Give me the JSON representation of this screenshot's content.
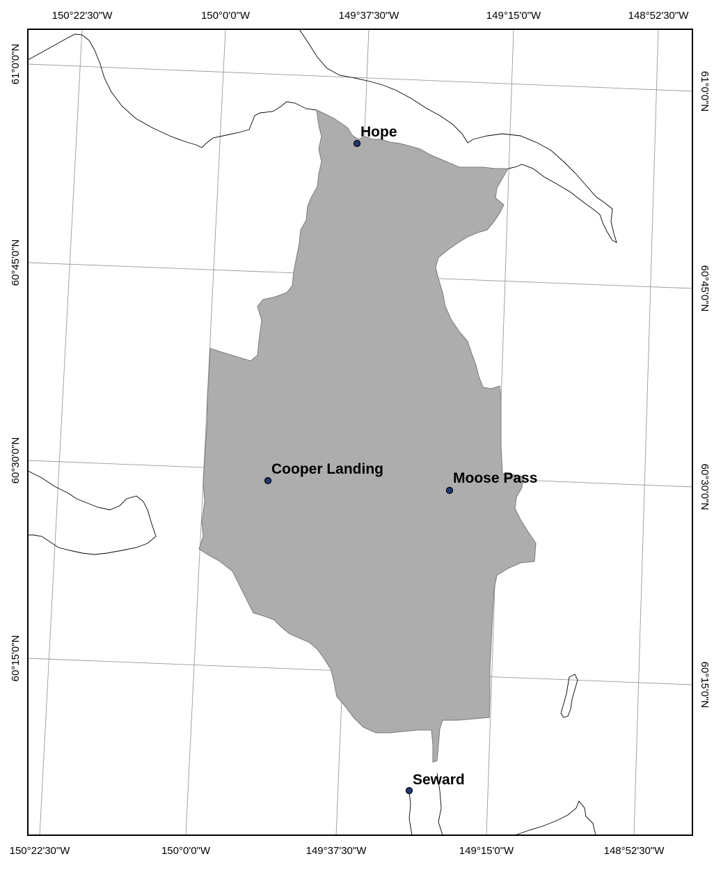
{
  "map": {
    "colors": {
      "region_fill": "#adadad",
      "region_stroke": "#7a7a7a",
      "graticule": "#9a9a9a",
      "coastline": "#000000",
      "town_marker": "#1f3a78"
    },
    "towns": [
      {
        "name": "Hope"
      },
      {
        "name": "Cooper Landing"
      },
      {
        "name": "Moose Pass"
      },
      {
        "name": "Seward"
      }
    ],
    "graticule": {
      "top_labels": [
        "150°22'30\"W",
        "150°0'0\"W",
        "149°37'30\"W",
        "149°15'0\"W",
        "148°52'30\"W"
      ],
      "bottom_labels": [
        "150°22'30\"W",
        "150°0'0\"W",
        "149°37'30\"W",
        "149°15'0\"W",
        "148°52'30\"W"
      ],
      "left_labels": [
        "61°0'0\"N",
        "60°45'0\"N",
        "60°30'0\"N",
        "60°15'0\"N"
      ],
      "right_labels": [
        "61°0'0\"N",
        "60°45'0\"N",
        "60°30'0\"N",
        "60°15'0\"N"
      ]
    }
  }
}
